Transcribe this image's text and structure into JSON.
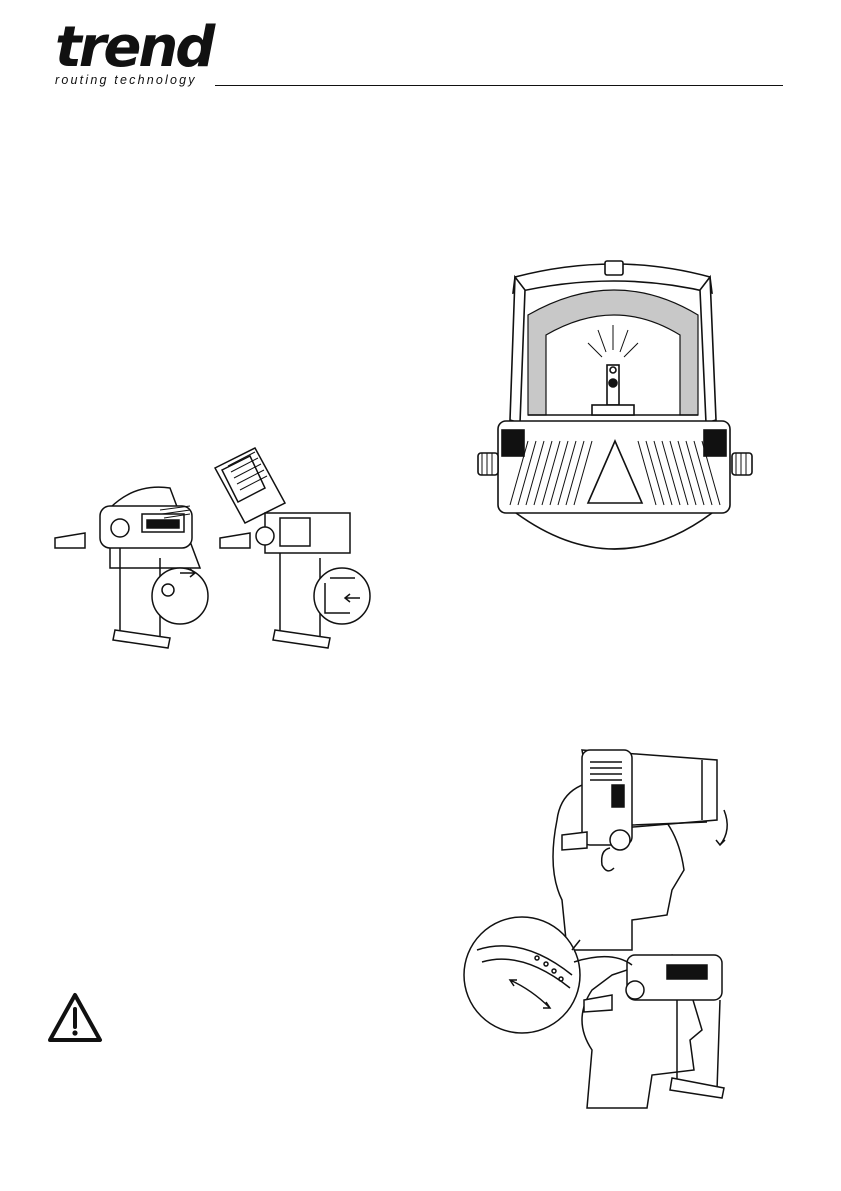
{
  "brand": {
    "wordmark": "trend",
    "registered": "®",
    "tagline": "routing technology"
  },
  "figures": {
    "visor_front_icon": "respirator-visor-front-view",
    "visor_removal_icon": "visor-removal-side-views",
    "headband_adjust_icon": "headband-adjustment-on-head",
    "warning_icon": "warning-triangle-icon"
  },
  "colors": {
    "line": "#111111",
    "gasket": "#c8c8c8"
  }
}
